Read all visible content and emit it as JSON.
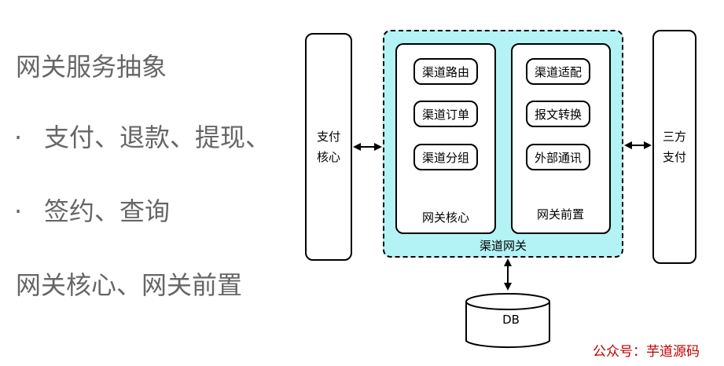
{
  "left_text": {
    "title": "网关服务抽象",
    "bullet_symbol": "·",
    "bullet1": "支付、退款、提现、",
    "bullet2": "签约、查询",
    "subtitle": "网关核心、网关前置"
  },
  "diagram": {
    "pay_core": {
      "line1": "支付",
      "line2": "核心"
    },
    "third_pay": {
      "line1": "三方",
      "line2": "支付"
    },
    "gateway_label": "渠道网关",
    "core_panel": {
      "label": "网关核心",
      "items": [
        "渠道路由",
        "渠道订单",
        "渠道分组"
      ]
    },
    "front_panel": {
      "label": "网关前置",
      "items": [
        "渠道适配",
        "报文转换",
        "外部通讯"
      ]
    },
    "db_label": "DB",
    "gateway_color": "#b3f3f5"
  },
  "footer": {
    "text": "公众号：芋道源码",
    "color": "#c00000"
  }
}
